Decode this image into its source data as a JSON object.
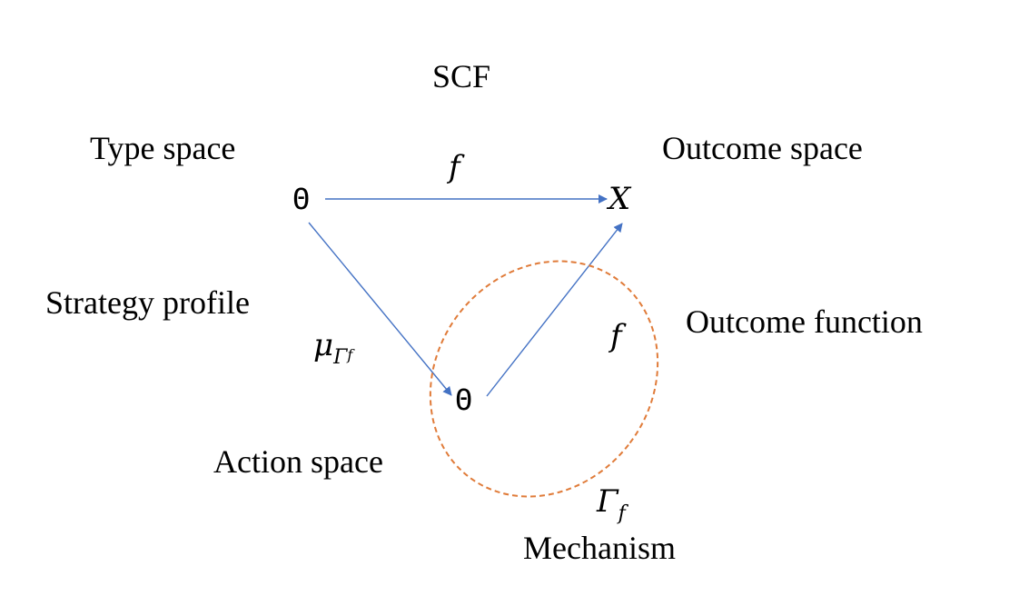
{
  "labels": {
    "scf": "SCF",
    "type_space": "Type space",
    "outcome_space": "Outcome space",
    "strategy_profile": "Strategy profile",
    "outcome_function": "Outcome function",
    "action_space": "Action space",
    "mechanism": "Mechanism"
  },
  "symbols": {
    "theta_type": "Θ",
    "theta_action": "Θ",
    "outcome": "X",
    "f_top": "f",
    "f_mech": "f",
    "mu": "μ",
    "mu_sub": "Γ",
    "mu_subsub": "f",
    "gamma": "Γ",
    "gamma_sub": "f"
  },
  "colors": {
    "arrow": "#4472c4",
    "ellipse": "#e07b39",
    "text": "#000000"
  }
}
